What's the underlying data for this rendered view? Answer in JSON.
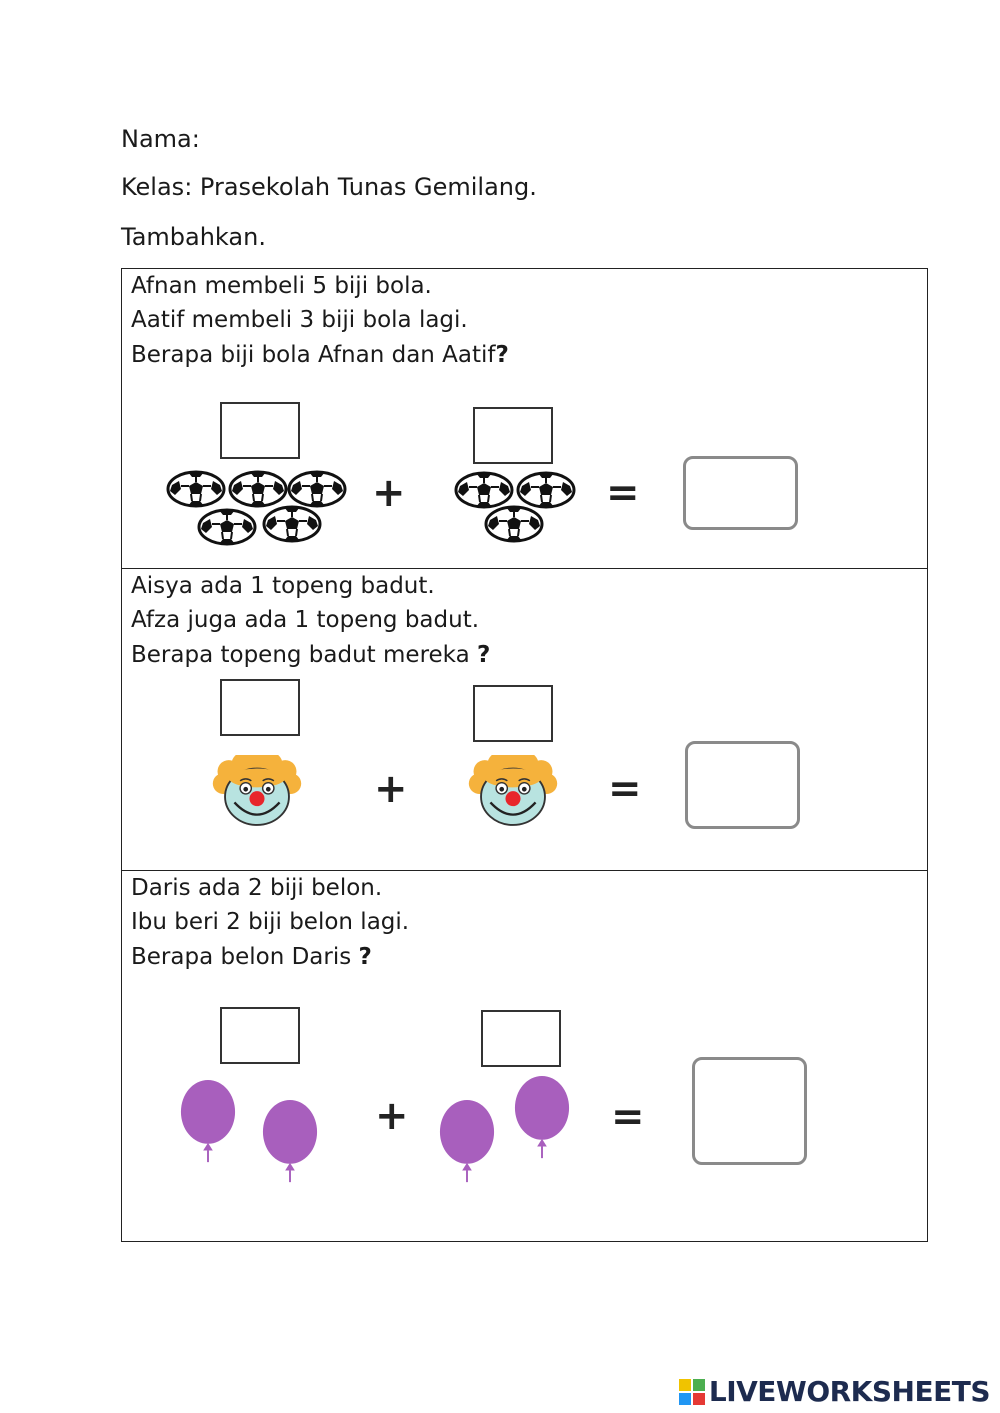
{
  "header": {
    "name_label": "Nama:",
    "class_label": "Kelas: Prasekolah Tunas Gemilang.",
    "instruction": "Tambahkan."
  },
  "questions": [
    {
      "lines": [
        "Afnan membeli 5 biji bola.",
        "Aatif membeli 3 biji bola lagi.",
        "Berapa biji bola Afnan dan Aatif"
      ],
      "qmark": "?",
      "left_count": 5,
      "right_count": 3,
      "item_icon": "soccer-ball-icon"
    },
    {
      "lines": [
        "Aisya ada 1 topeng badut.",
        "Afza juga ada 1 topeng badut.",
        "Berapa topeng badut mereka "
      ],
      "qmark": "?",
      "left_count": 1,
      "right_count": 1,
      "item_icon": "clown-mask-icon"
    },
    {
      "lines": [
        "Daris ada 2 biji belon.",
        "Ibu beri 2 biji belon lagi.",
        "Berapa belon Daris "
      ],
      "qmark": "?",
      "left_count": 2,
      "right_count": 2,
      "item_icon": "balloon-icon"
    }
  ],
  "operators": {
    "plus": "+",
    "equals": "="
  },
  "footer": {
    "brand": "LIVEWORKSHEETS"
  },
  "colors": {
    "balloon": "#a85fbd",
    "clown_hair": "#f5b23c",
    "clown_face": "#b8e3e0",
    "clown_nose": "#e8262b",
    "brand": "#1d2b4f"
  }
}
